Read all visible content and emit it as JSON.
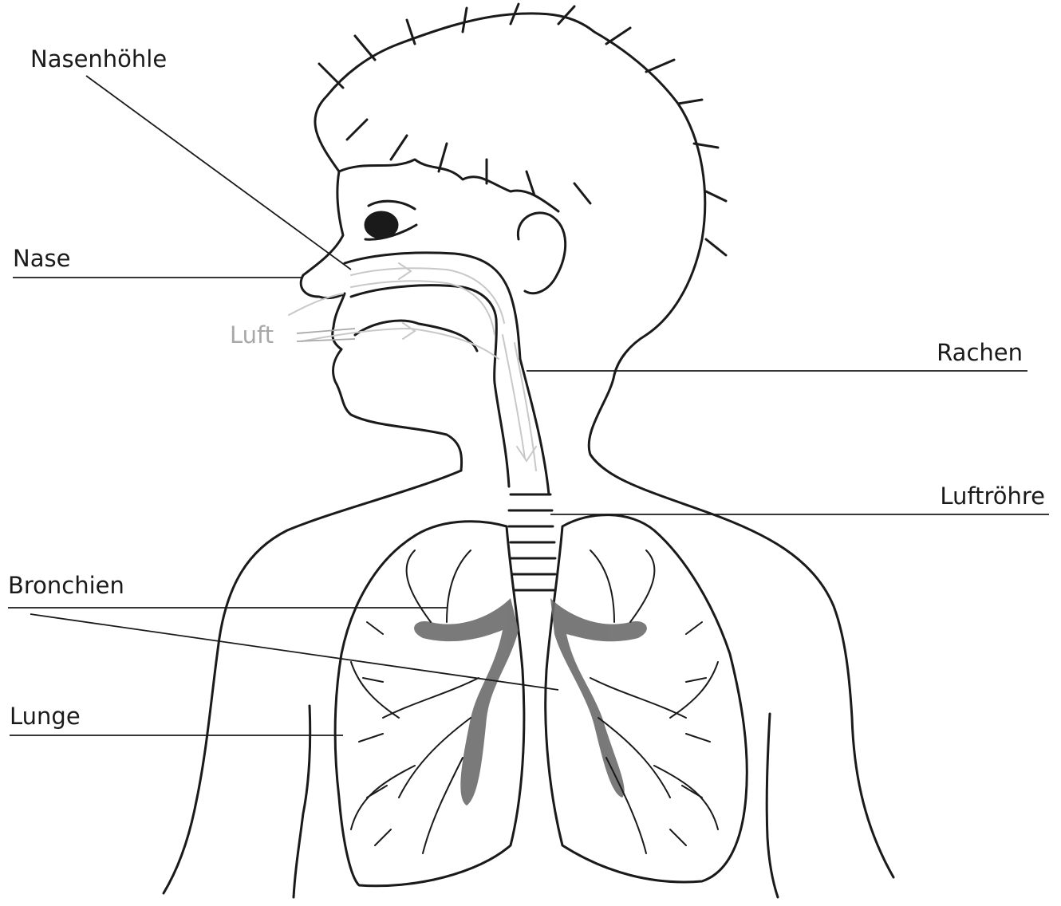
{
  "diagram": {
    "labels": {
      "nasenhoehle": "Nasenhöhle",
      "nase": "Nase",
      "luft": "Luft",
      "rachen": "Rachen",
      "luftroehre": "Luftröhre",
      "bronchien": "Bronchien",
      "lunge": "Lunge"
    },
    "colors": {
      "ink": "#1a1a1a",
      "air_label": "#a8a8a8",
      "air_arrow": "#c8c8c8",
      "bronchi_fill": "#6b6b6b"
    }
  }
}
